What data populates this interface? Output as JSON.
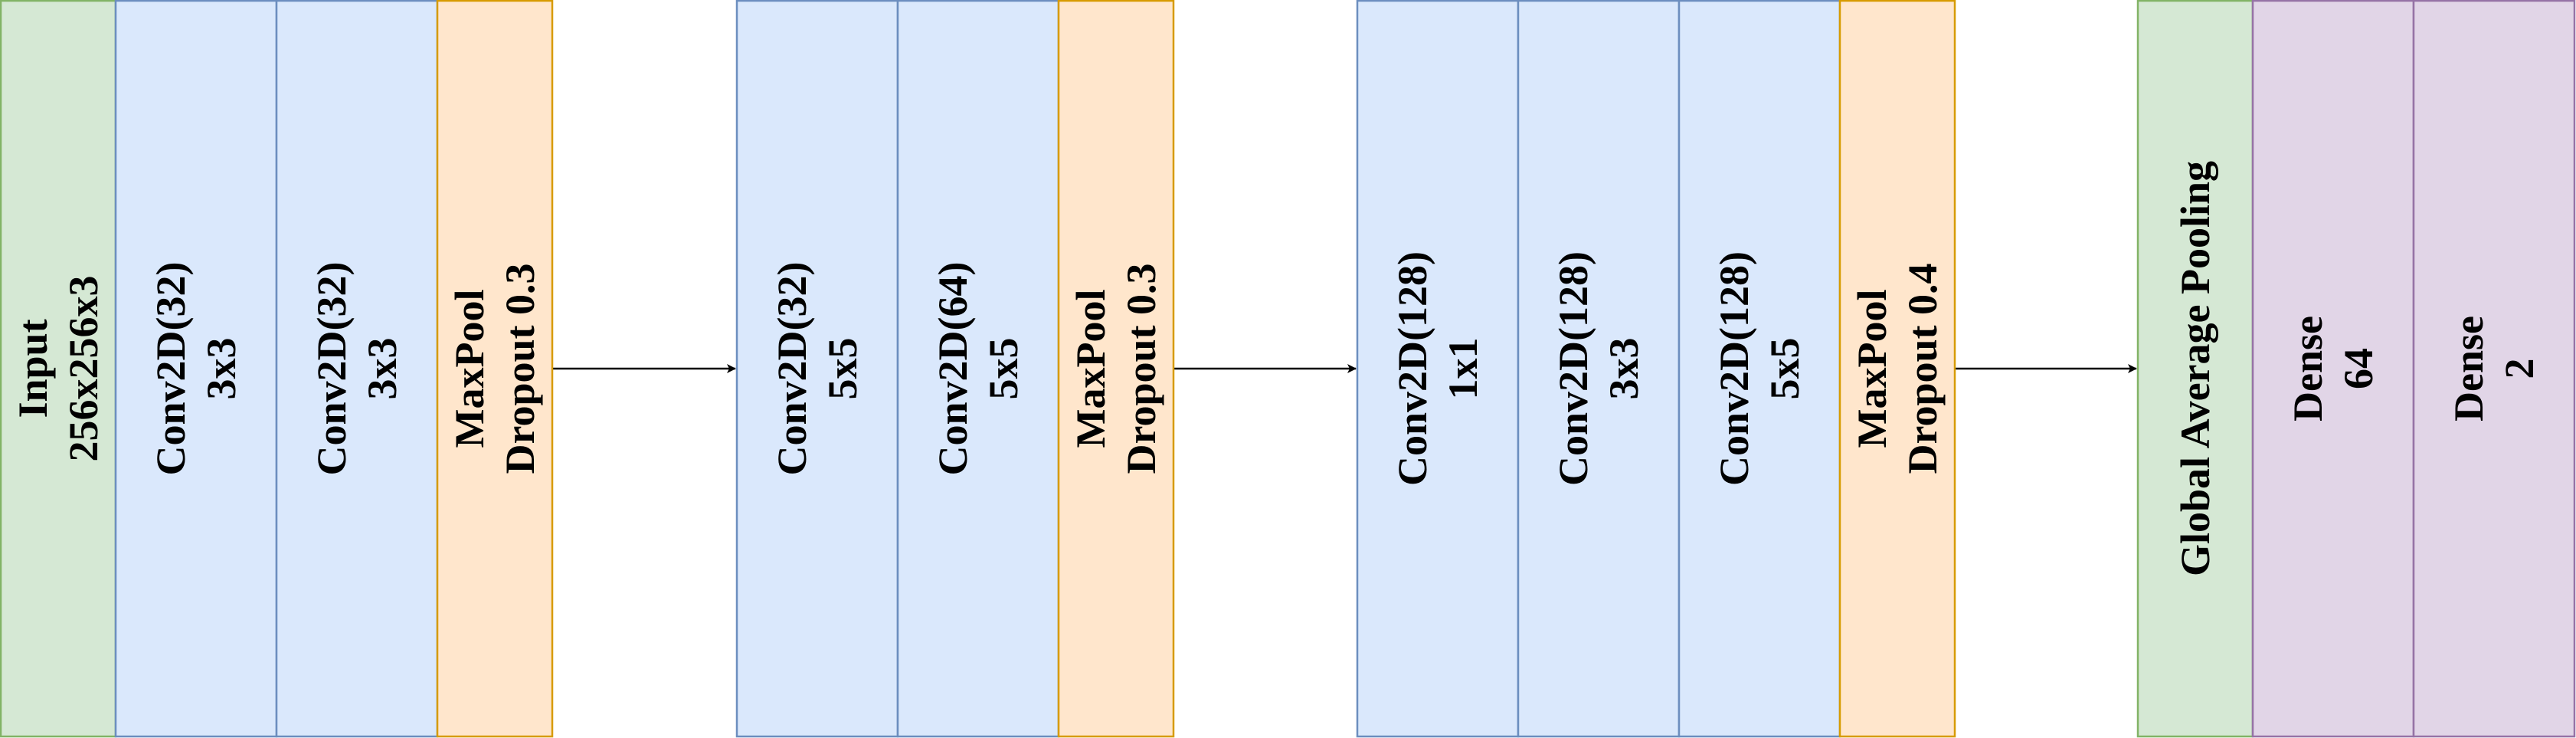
{
  "colors": {
    "input": {
      "fill": "#d5e8d4",
      "stroke": "#82b366"
    },
    "conv": {
      "fill": "#dae8fc",
      "stroke": "#6c8ebf"
    },
    "pool": {
      "fill": "#ffe6cc",
      "stroke": "#d79b00"
    },
    "dense": {
      "fill": "#e1d5e7",
      "stroke": "#9673a6"
    },
    "arrow": "#000000"
  },
  "blocks": [
    {
      "id": "block-1",
      "layers": [
        {
          "kind": "input",
          "lines": [
            "Input",
            "256x256x3"
          ]
        },
        {
          "kind": "conv",
          "lines": [
            "Conv2D(32)",
            "3x3"
          ]
        },
        {
          "kind": "conv",
          "lines": [
            "Conv2D(32)",
            "3x3"
          ]
        },
        {
          "kind": "pool",
          "lines": [
            "MaxPool",
            "Dropout 0.3"
          ]
        }
      ]
    },
    {
      "id": "block-2",
      "layers": [
        {
          "kind": "conv",
          "lines": [
            "Conv2D(32)",
            "5x5"
          ]
        },
        {
          "kind": "conv",
          "lines": [
            "Conv2D(64)",
            "5x5"
          ]
        },
        {
          "kind": "pool",
          "lines": [
            "MaxPool",
            "Dropout 0.3"
          ]
        }
      ]
    },
    {
      "id": "block-3",
      "layers": [
        {
          "kind": "conv",
          "lines": [
            "Conv2D(128)",
            "1x1"
          ]
        },
        {
          "kind": "conv",
          "lines": [
            "Conv2D(128)",
            "3x3"
          ]
        },
        {
          "kind": "conv",
          "lines": [
            "Conv2D(128)",
            "5x5"
          ]
        },
        {
          "kind": "pool",
          "lines": [
            "MaxPool",
            "Dropout 0.4"
          ]
        }
      ]
    },
    {
      "id": "block-4",
      "layers": [
        {
          "kind": "input",
          "lines": [
            "Global Average Pooling"
          ]
        },
        {
          "kind": "dense",
          "lines": [
            "Dense",
            "64"
          ]
        },
        {
          "kind": "dense",
          "lines": [
            "Dense",
            "2"
          ]
        }
      ]
    }
  ],
  "arrows": [
    {
      "from": "block-1",
      "to": "block-2"
    },
    {
      "from": "block-2",
      "to": "block-3"
    },
    {
      "from": "block-3",
      "to": "block-4"
    }
  ]
}
